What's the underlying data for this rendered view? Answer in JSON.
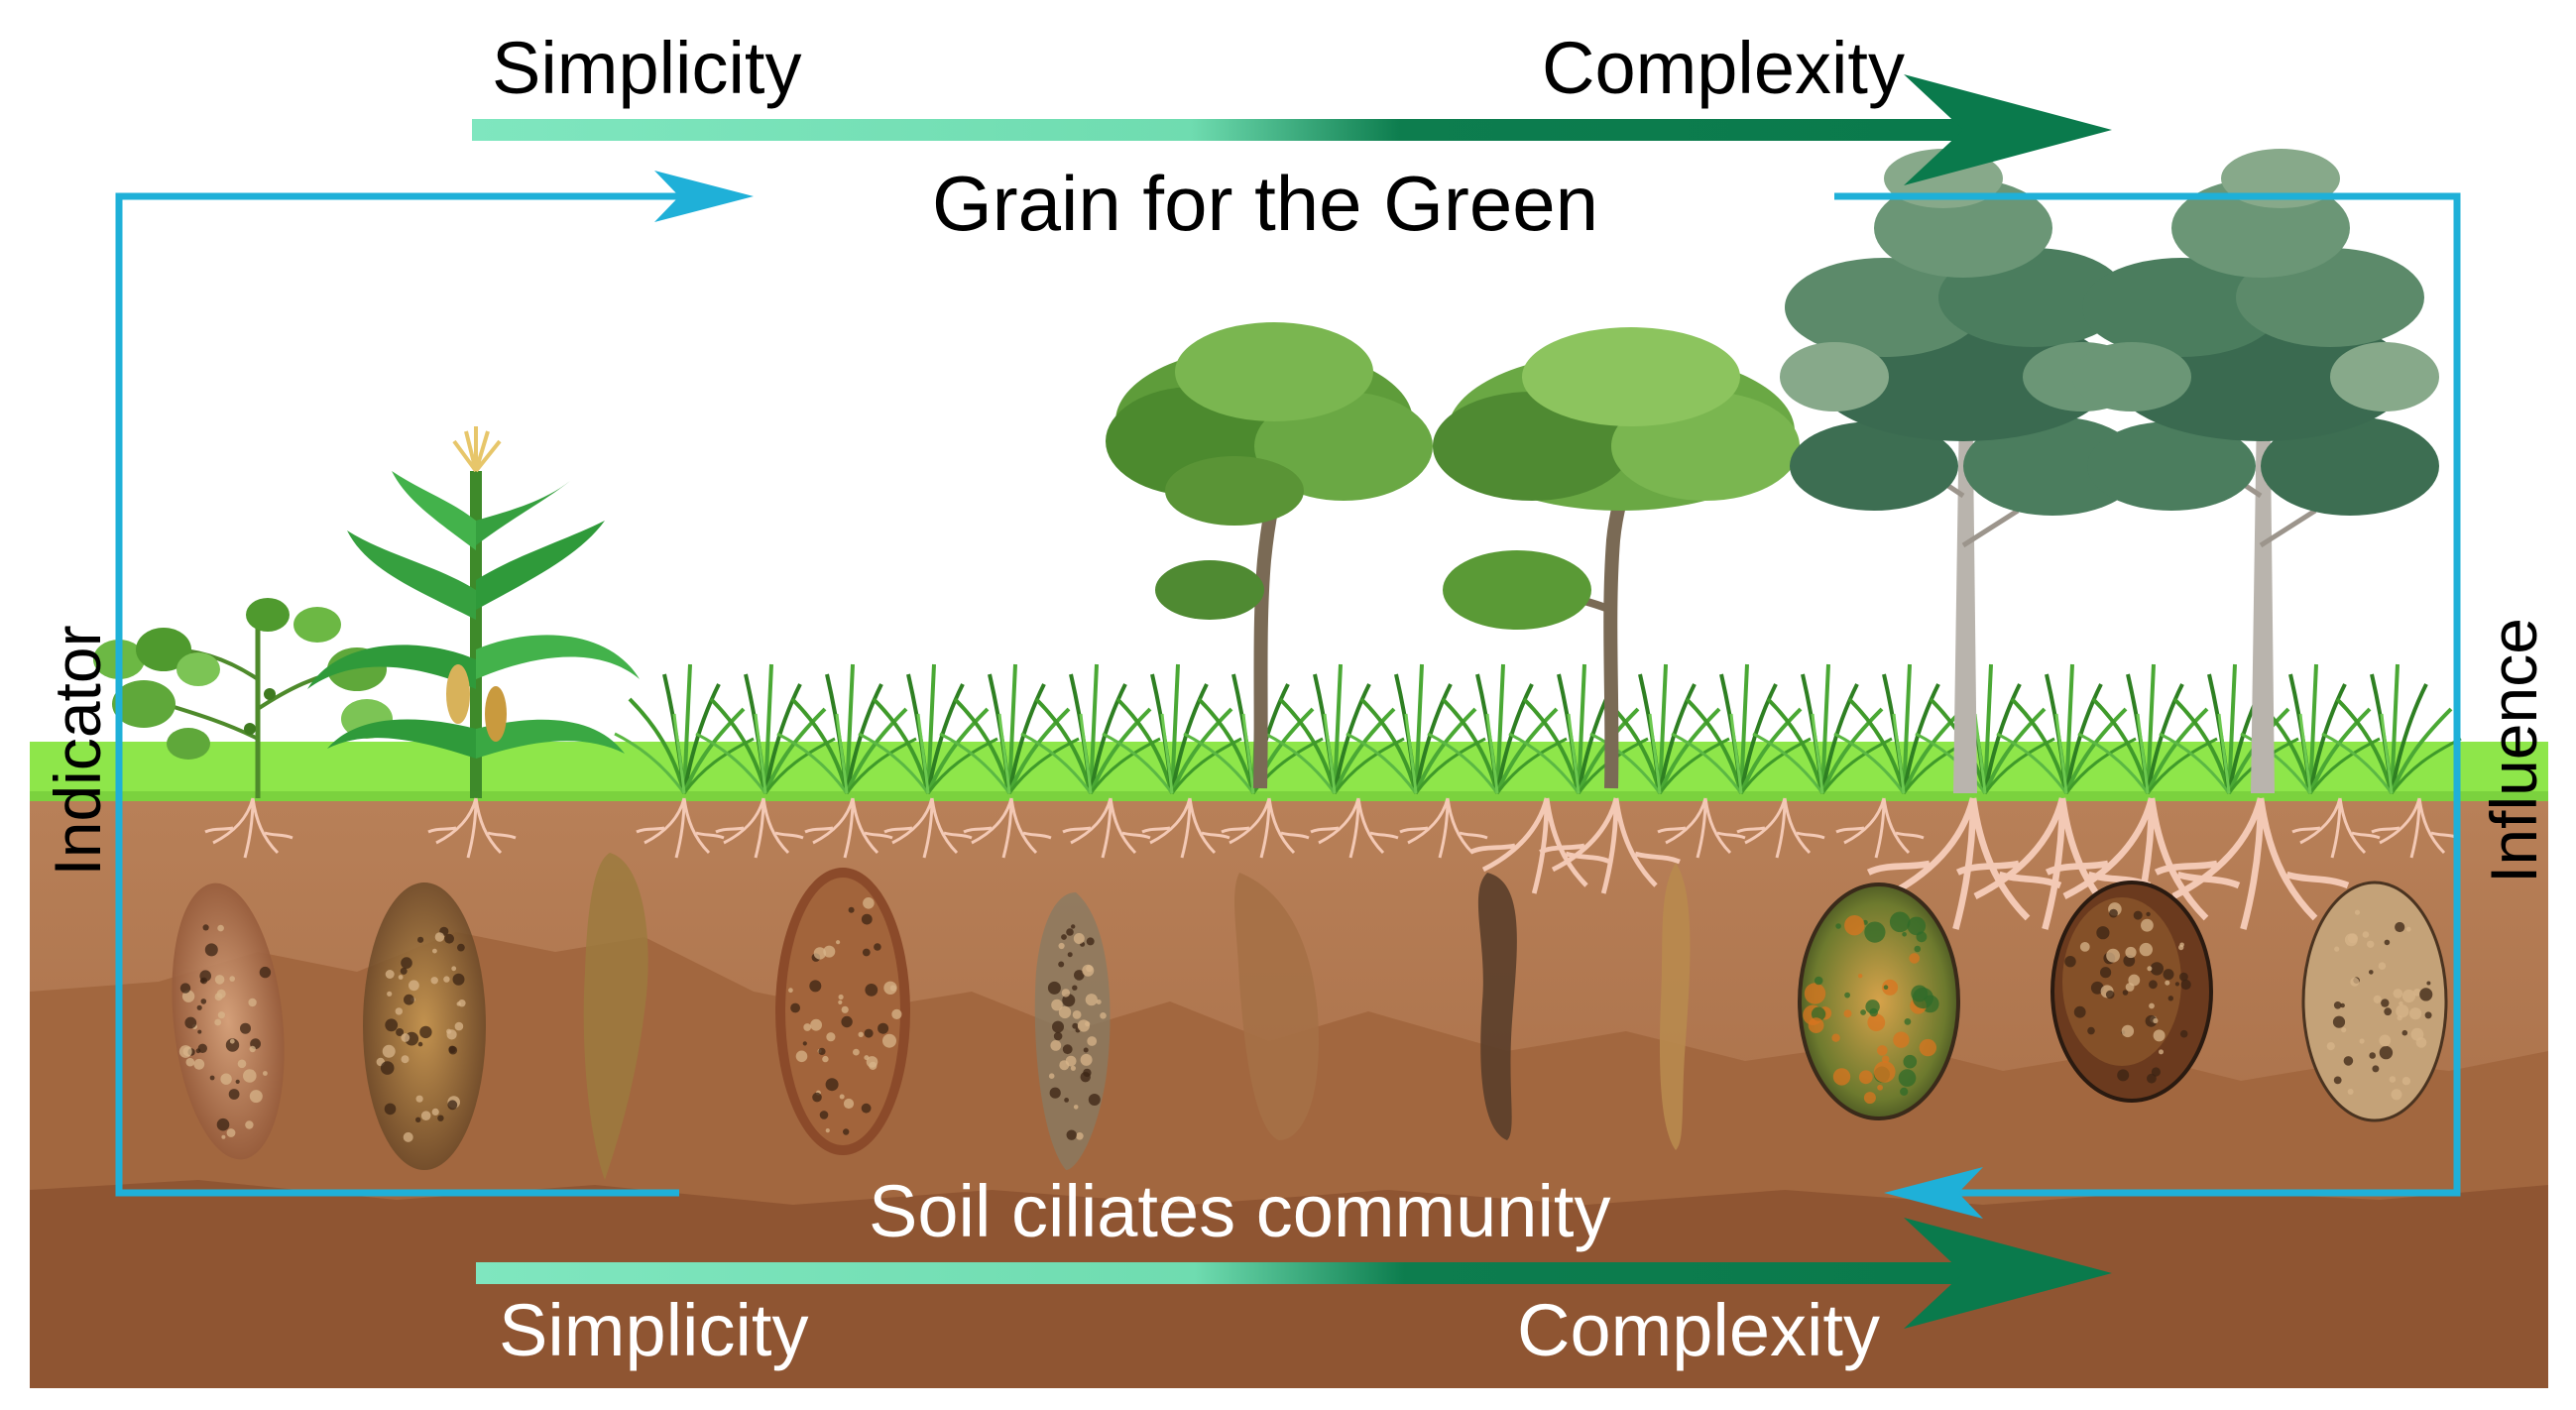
{
  "title": "Grain for the Green",
  "community_label": "Soil ciliates community",
  "top_axis": {
    "left": "Simplicity",
    "right": "Complexity"
  },
  "bottom_axis": {
    "left": "Simplicity",
    "right": "Complexity"
  },
  "side_labels": {
    "left": "Indicator",
    "right": "Influence"
  },
  "colors": {
    "loop_arrow": "#1fb0d8",
    "gradient_light": "#7fe6bf",
    "gradient_dark": "#0a7a4c",
    "grass": "#8ee64a",
    "soil_light": "#b47a52",
    "soil_dark": "#8b4f2d",
    "root": "#f3c9b5"
  },
  "icons": [
    "seedling-icon",
    "corn-plant-icon",
    "grass-tuft-icon",
    "broadleaf-tree-icon",
    "pine-tree-icon",
    "ciliate-cell-icon",
    "root-icon"
  ]
}
